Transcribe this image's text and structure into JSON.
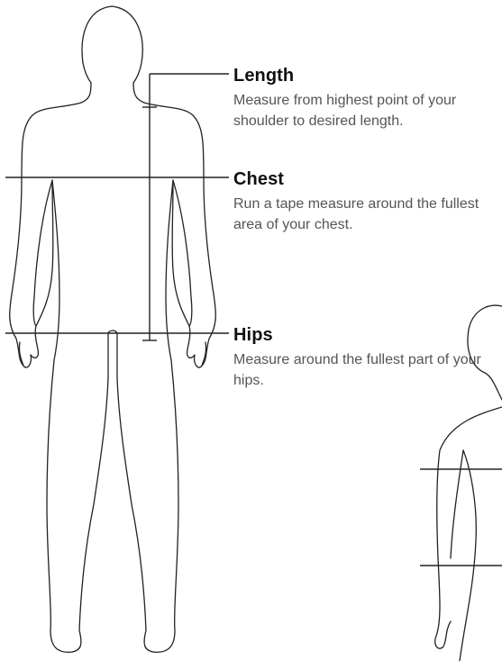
{
  "measurements": {
    "length": {
      "title": "Length",
      "description": "Measure from highest point of your shoulder to desired length."
    },
    "chest": {
      "title": "Chest",
      "description": "Run a tape measure around the fullest area of your chest."
    },
    "hips": {
      "title": "Hips",
      "description": "Measure around the fullest part of your hips."
    }
  },
  "figures": [
    "front-view-body-silhouette",
    "side-view-body-silhouette"
  ],
  "colors": {
    "line": "#222222",
    "title": "#111111",
    "text": "#555555",
    "background": "#ffffff"
  }
}
